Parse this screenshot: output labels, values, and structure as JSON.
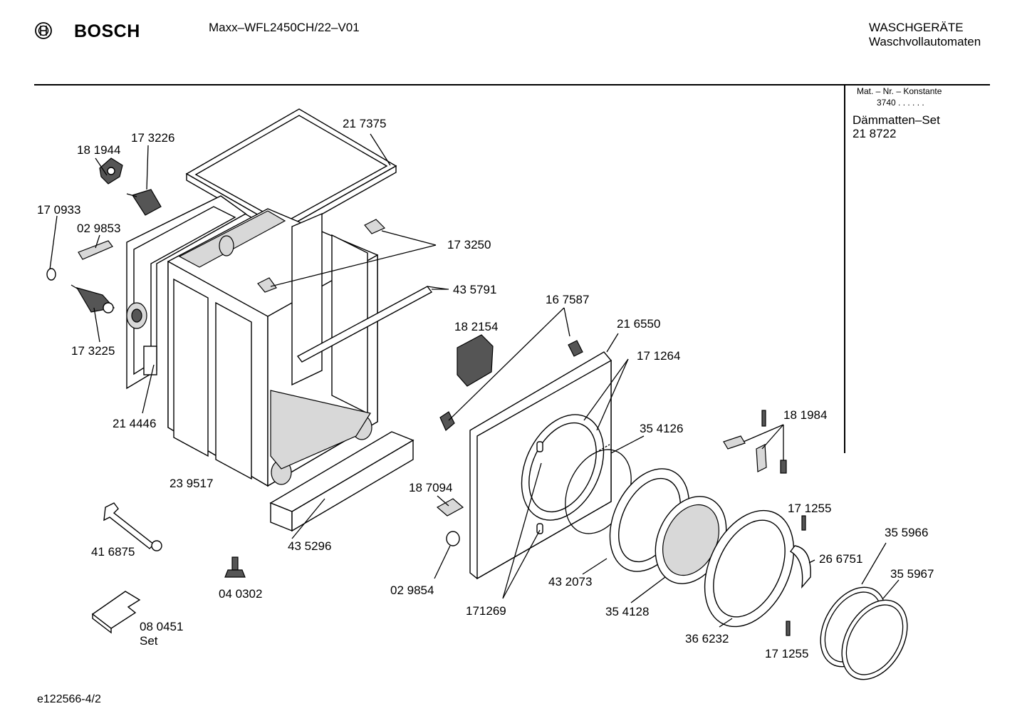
{
  "header": {
    "brand": "BOSCH",
    "model": "Maxx–WFL2450CH/22–V01",
    "category_line1": "WASCHGERÄTE",
    "category_line2": "Waschvollautomaten"
  },
  "sidebar": {
    "mat_label": "Mat. – Nr. – Konstante",
    "mat_value": "3740  .  .   .  .  .  .",
    "set_name": "Dämmatten–Set",
    "set_number": "21 8722"
  },
  "footer": {
    "doc_code": "e122566-4/2"
  },
  "parts": [
    {
      "id": "p217375",
      "text": "21 7375"
    },
    {
      "id": "p173226",
      "text": "17 3226"
    },
    {
      "id": "p181944",
      "text": "18 1944"
    },
    {
      "id": "p170933",
      "text": "17 0933"
    },
    {
      "id": "p029853",
      "text": "02 9853"
    },
    {
      "id": "p173250",
      "text": "17 3250"
    },
    {
      "id": "p435791",
      "text": "43 5791"
    },
    {
      "id": "p167587",
      "text": "16 7587"
    },
    {
      "id": "p182154",
      "text": "18 2154"
    },
    {
      "id": "p216550",
      "text": "21 6550"
    },
    {
      "id": "p171264",
      "text": "17 1264"
    },
    {
      "id": "p173225",
      "text": "17 3225"
    },
    {
      "id": "p214446",
      "text": "21 4446"
    },
    {
      "id": "p181984",
      "text": "18 1984"
    },
    {
      "id": "p354126",
      "text": "35 4126"
    },
    {
      "id": "p239517",
      "text": "23 9517"
    },
    {
      "id": "p187094",
      "text": "18 7094"
    },
    {
      "id": "p171255a",
      "text": "17 1255"
    },
    {
      "id": "p355966",
      "text": "35 5966"
    },
    {
      "id": "p416875",
      "text": "41 6875"
    },
    {
      "id": "p435296",
      "text": "43 5296"
    },
    {
      "id": "p266751",
      "text": "26 6751"
    },
    {
      "id": "p355967",
      "text": "35 5967"
    },
    {
      "id": "p432073",
      "text": "43 2073"
    },
    {
      "id": "p040302",
      "text": "04 0302"
    },
    {
      "id": "p029854",
      "text": "02 9854"
    },
    {
      "id": "p171269",
      "text": "171269"
    },
    {
      "id": "p354128",
      "text": "35 4128"
    },
    {
      "id": "p080451",
      "text": "08 0451"
    },
    {
      "id": "p080451set",
      "text": "Set"
    },
    {
      "id": "p366232",
      "text": "36 6232"
    },
    {
      "id": "p171255b",
      "text": "17 1255"
    }
  ]
}
